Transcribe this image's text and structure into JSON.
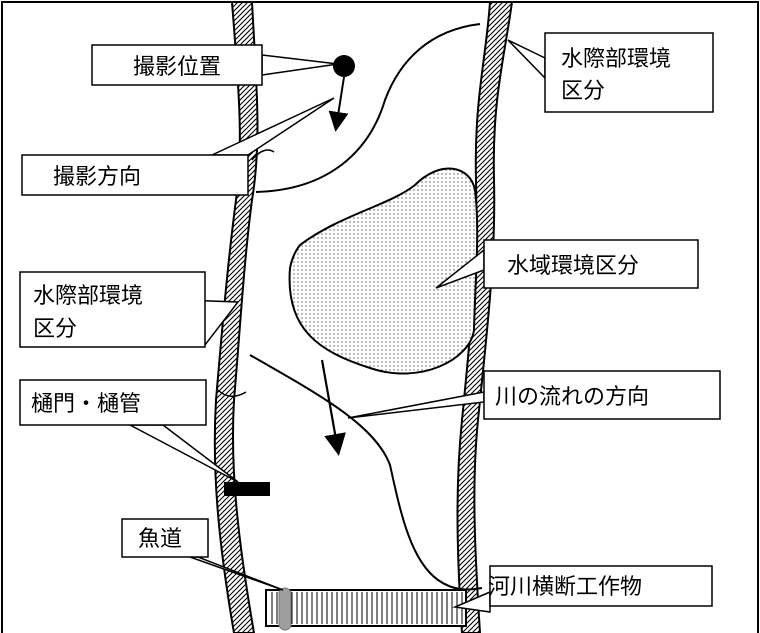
{
  "labels": {
    "photo_position": "撮影位置",
    "photo_direction": "撮影方向",
    "waterside_zone_right_line1": "水際部環境",
    "waterside_zone_right_line2": "区分",
    "water_area_zone": "水域環境区分",
    "waterside_zone_left_line1": "水際部環境",
    "waterside_zone_left_line2": "区分",
    "sluice_gate": "樋門・樋管",
    "river_flow_direction": "川の流れの方向",
    "fish_ladder": "魚道",
    "river_crossing_structure": "河川横断工作物"
  }
}
